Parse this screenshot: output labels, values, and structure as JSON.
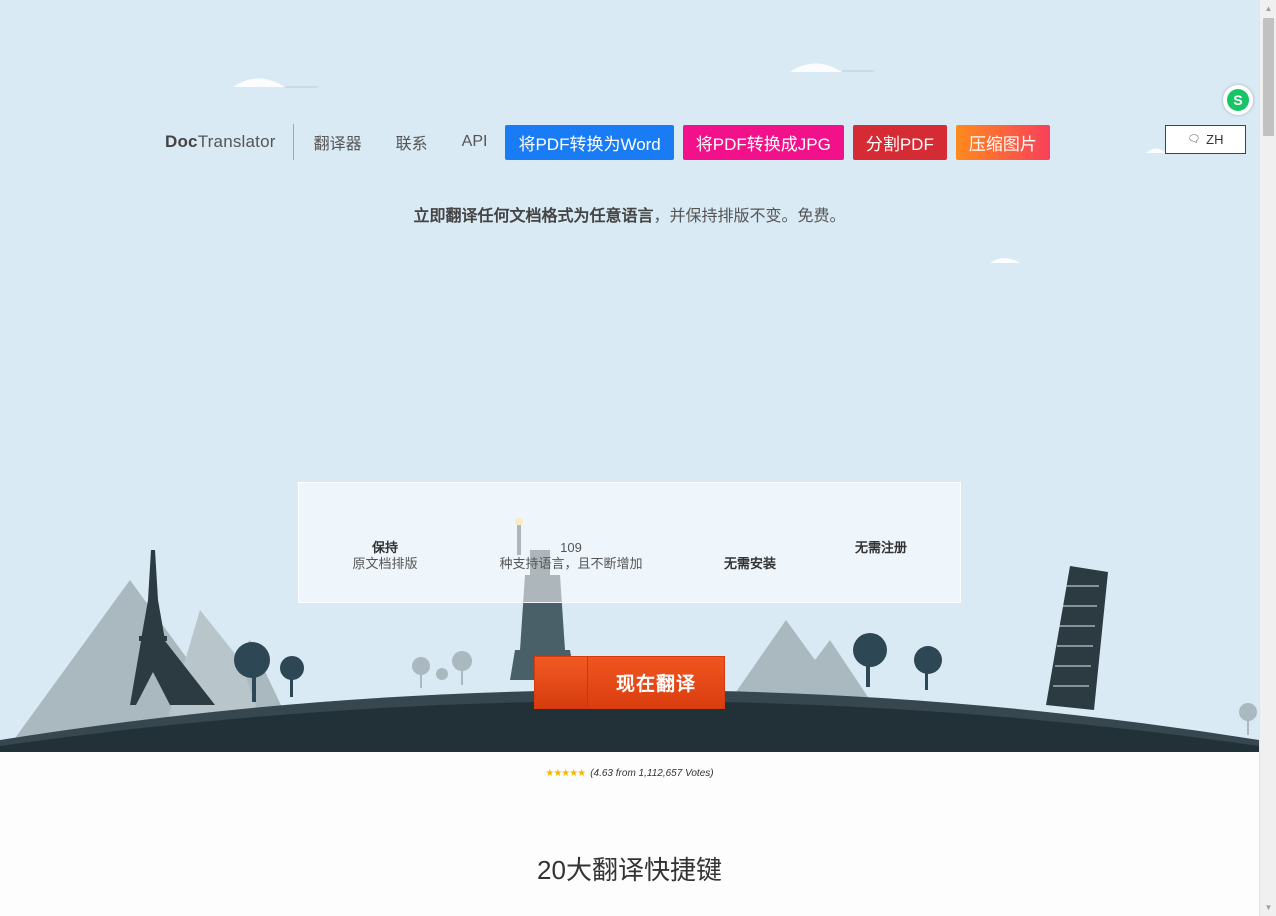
{
  "header": {
    "brand_bold": "Doc",
    "brand_rest": "Translator",
    "nav_links": [
      "翻译器",
      "联系",
      "API"
    ],
    "tool_buttons": [
      {
        "label": "将PDF转换为Word",
        "color": "#1a7cf5"
      },
      {
        "label": "将PDF转换成JPG",
        "color": "#f2118b"
      },
      {
        "label": "分割PDF",
        "color": "#d42b35"
      },
      {
        "label": "压缩图片",
        "color": "#ff6a3a"
      }
    ],
    "language": "ZH",
    "language_icon": "chat-bubble-icon",
    "extension_icon": "translate-extension-icon"
  },
  "hero": {
    "tagline_bold": "立即翻译任何文档格式为任意语言",
    "tagline_rest": "，并保持排版不变。免费。",
    "features": [
      {
        "title": "保持",
        "text": "原文档排版"
      },
      {
        "title": "109",
        "text": "种支持语言，且不断增加"
      },
      {
        "title": "",
        "text": "无需安装"
      },
      {
        "title": "无需注册",
        "text": ""
      }
    ],
    "cta_label": "现在翻译"
  },
  "rating": {
    "stars": "★★★★★",
    "text": "(4.63 from 1,112,657 Votes)"
  },
  "section": {
    "title": "20大翻译快捷键"
  },
  "colors": {
    "sky": "#d9eaf5",
    "ground": "#223038",
    "cta": "#e84a1a"
  }
}
